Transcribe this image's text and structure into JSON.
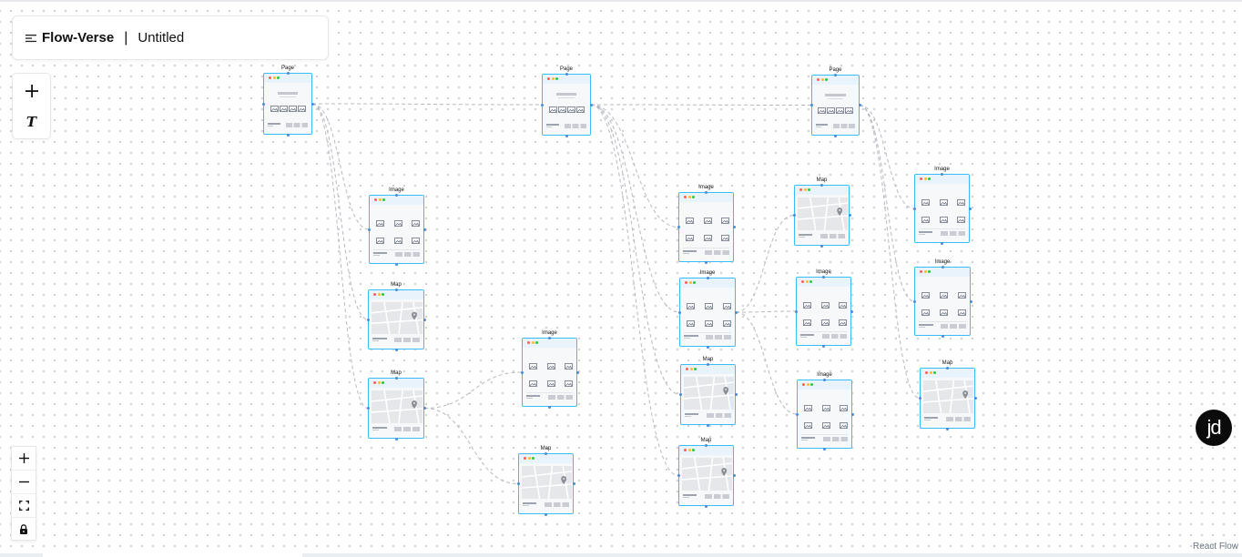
{
  "header": {
    "app_name": "Flow-Verse",
    "separator": "|",
    "doc_title": "Untitled"
  },
  "toolbox": {
    "tools": [
      {
        "name": "add-node",
        "icon": "plus-icon"
      },
      {
        "name": "add-text",
        "label": "T",
        "icon": "text-icon"
      }
    ]
  },
  "controls": [
    {
      "name": "zoom-in",
      "icon": "plus-icon"
    },
    {
      "name": "zoom-out",
      "icon": "minus-icon"
    },
    {
      "name": "fit-view",
      "icon": "fit-view-icon"
    },
    {
      "name": "lock",
      "icon": "lock-icon"
    }
  ],
  "avatar": {
    "initials": "jd"
  },
  "attribution": "React Flow",
  "colors": {
    "node_border": "#38bdf8",
    "edge": "#b5b9bf",
    "handle": "#4b8bd6",
    "traffic_red": "#ff5f57",
    "traffic_yellow": "#febc2e",
    "traffic_green": "#28c840"
  },
  "nodes": [
    {
      "id": "p1",
      "type": "page",
      "label": "Page"
    },
    {
      "id": "p2",
      "type": "page",
      "label": "Page"
    },
    {
      "id": "p3",
      "type": "page",
      "label": "Page"
    },
    {
      "id": "i1",
      "type": "image",
      "label": "Image"
    },
    {
      "id": "m1",
      "type": "map",
      "label": "Map"
    },
    {
      "id": "m2",
      "type": "map",
      "label": "Map"
    },
    {
      "id": "i2",
      "type": "image",
      "label": "Image"
    },
    {
      "id": "m3",
      "type": "map",
      "label": "Map"
    },
    {
      "id": "i3",
      "type": "image",
      "label": "Image"
    },
    {
      "id": "i4",
      "type": "image",
      "label": "Image"
    },
    {
      "id": "m4",
      "type": "map",
      "label": "Map"
    },
    {
      "id": "m5",
      "type": "map",
      "label": "Map"
    },
    {
      "id": "m6",
      "type": "map",
      "label": "Map"
    },
    {
      "id": "i5",
      "type": "image",
      "label": "Image"
    },
    {
      "id": "i6",
      "type": "image",
      "label": "Image"
    },
    {
      "id": "i7",
      "type": "image",
      "label": "Image"
    },
    {
      "id": "i8",
      "type": "image",
      "label": "Image"
    },
    {
      "id": "m7",
      "type": "map",
      "label": "Map"
    }
  ],
  "edges": [
    [
      "p1",
      "p2"
    ],
    [
      "p2",
      "p3"
    ],
    [
      "p1",
      "i1"
    ],
    [
      "p1",
      "m1"
    ],
    [
      "p1",
      "m2"
    ],
    [
      "m2",
      "i2"
    ],
    [
      "m2",
      "m3"
    ],
    [
      "p2",
      "i3"
    ],
    [
      "p2",
      "i4"
    ],
    [
      "p2",
      "m4"
    ],
    [
      "p2",
      "m5"
    ],
    [
      "i4",
      "m6"
    ],
    [
      "i4",
      "i5"
    ],
    [
      "i4",
      "i6"
    ],
    [
      "p3",
      "i7"
    ],
    [
      "p3",
      "i8"
    ],
    [
      "p3",
      "m7"
    ]
  ]
}
